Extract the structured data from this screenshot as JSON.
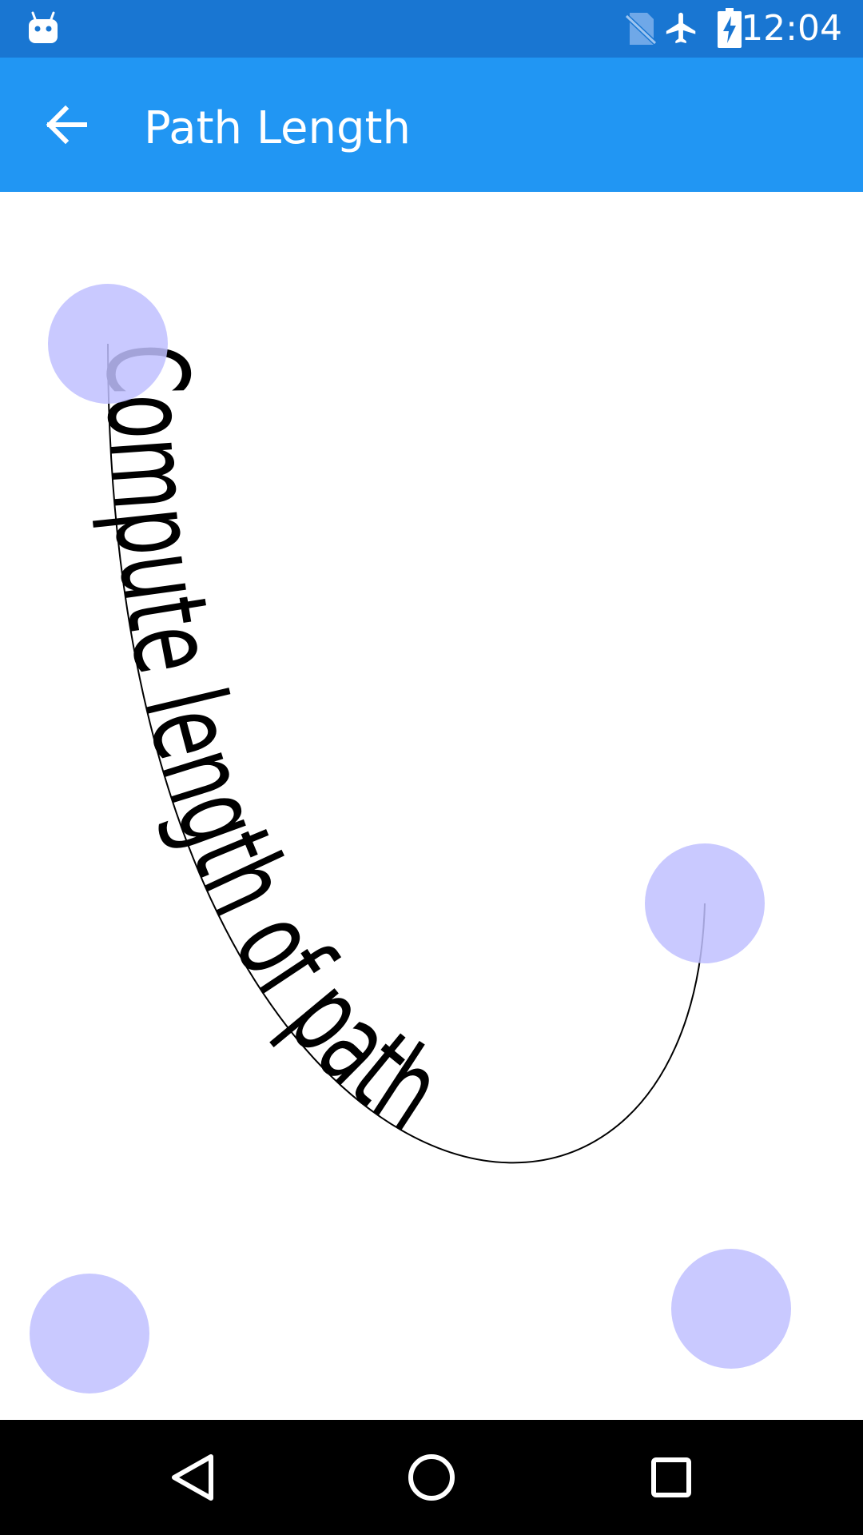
{
  "status_bar": {
    "time": "12:04",
    "icons": [
      "android-notification-icon",
      "no-sim-icon",
      "airplane-mode-icon",
      "battery-charging-icon"
    ],
    "color": "#1976D2"
  },
  "app_bar": {
    "title": "Path Length",
    "back_icon": "arrow-back-icon",
    "color": "#2196F3"
  },
  "canvas": {
    "path_text": "Compute length of path",
    "handle_color": "#C0C0FF",
    "text_color": "#000000"
  },
  "nav_bar": {
    "buttons": [
      "back-triangle-icon",
      "home-circle-icon",
      "recents-square-icon"
    ],
    "color": "#000000"
  }
}
